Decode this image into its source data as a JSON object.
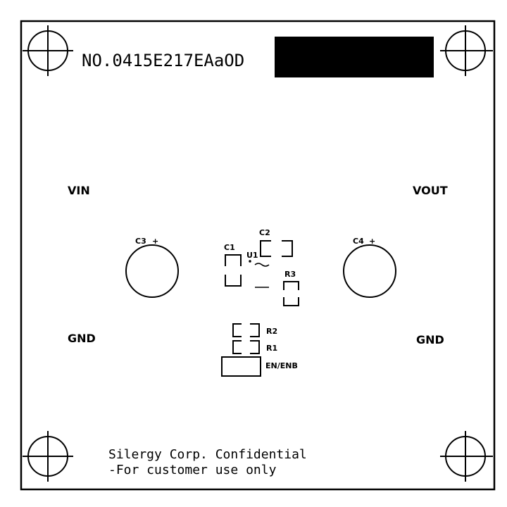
{
  "board": {
    "part_number": "NO.0415E217EAaOD",
    "confidential_line1": "Silergy Corp. Confidential",
    "confidential_line2": "-For customer use only"
  },
  "terminals": {
    "vin": "VIN",
    "vout": "VOUT",
    "gnd_left": "GND",
    "gnd_right": "GND"
  },
  "components": {
    "c1": "C1",
    "c2": "C2",
    "c3": "C3",
    "c4": "C4",
    "u1": "U1",
    "r1": "R1",
    "r2": "R2",
    "r3": "R3",
    "en_enb": "EN/ENB",
    "polarity_mark": "+"
  },
  "colors": {
    "ink": "#000000",
    "background": "#ffffff"
  }
}
